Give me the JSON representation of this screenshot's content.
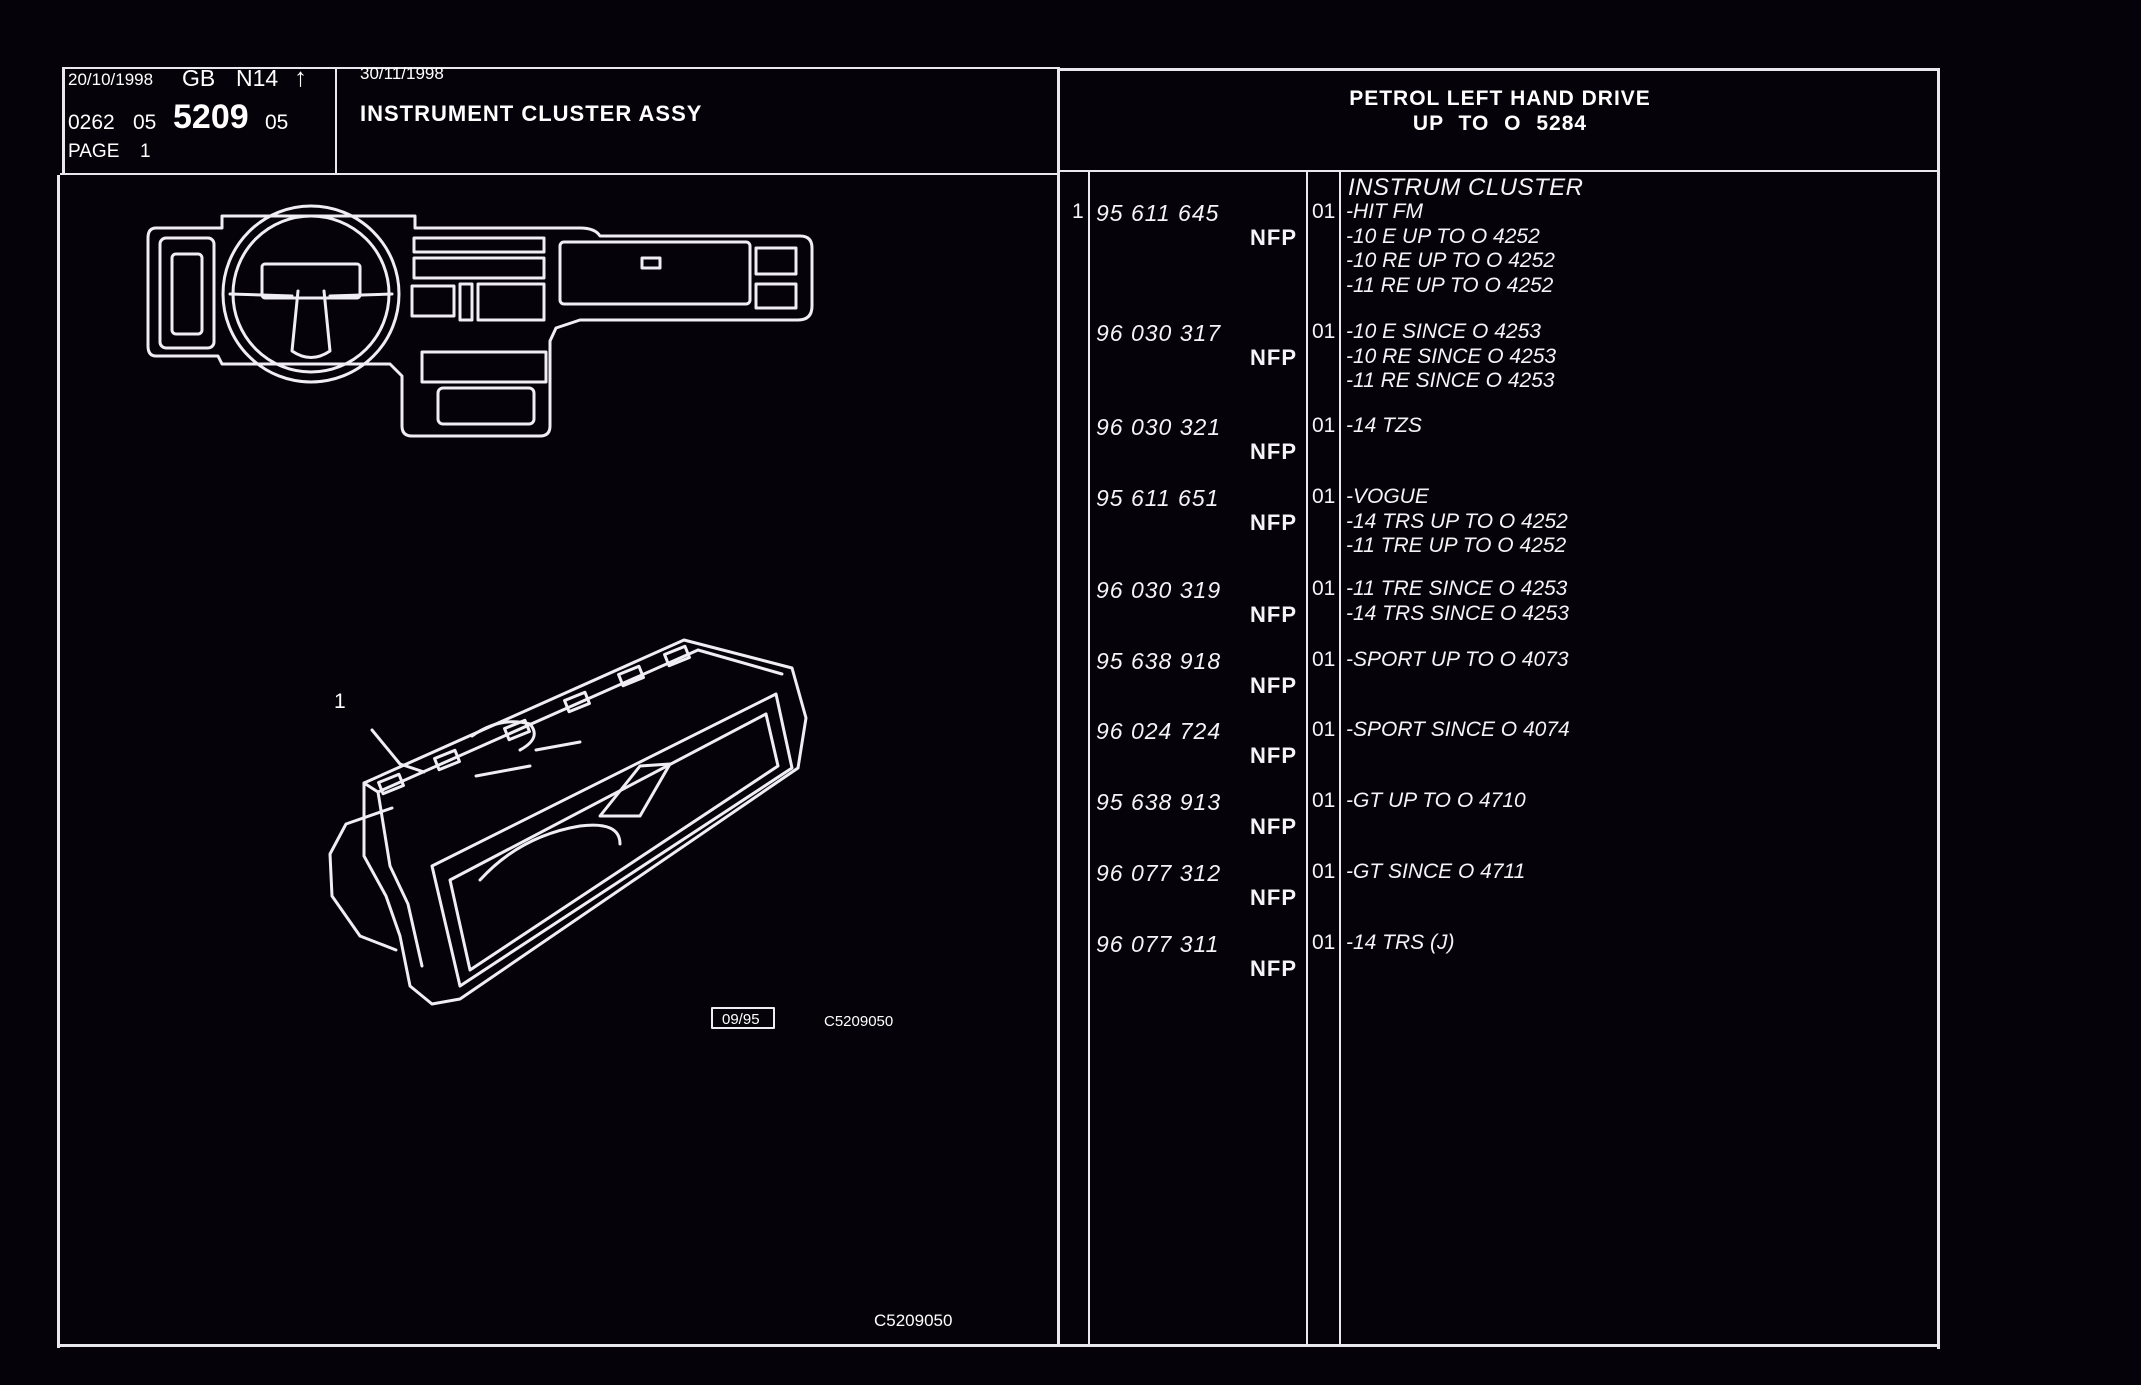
{
  "header": {
    "date_left": "20/10/1998",
    "market_code": "GB",
    "model_code": "N14",
    "arrow_symbol": "↑",
    "doc_prefix": "0262",
    "doc_group": "05",
    "doc_number": "5209",
    "doc_suffix": "05",
    "page_label": "PAGE",
    "page_number": "1",
    "date_right": "30/11/1998",
    "title": "INSTRUMENT CLUSTER ASSY",
    "variant_line1": "PETROL LEFT HAND DRIVE",
    "variant_line2": "UP TO O 5284"
  },
  "illustration": {
    "callout_number": "1",
    "date_box": "09/95",
    "drawing_ref": "C5209050",
    "footer_ref": "C5209050"
  },
  "parts": {
    "section_title": "INSTRUM CLUSTER",
    "rows": [
      {
        "ref": "1",
        "part_no": "95 611 645",
        "nfp": "NFP",
        "qty": "01",
        "desc": "-HIT FM\n-10 E UP TO O 4252\n-10 RE UP TO O 4252\n-11 RE UP TO O 4252"
      },
      {
        "ref": "",
        "part_no": "96 030 317",
        "nfp": "NFP",
        "qty": "01",
        "desc": "-10 E SINCE O 4253\n-10 RE SINCE O 4253\n-11 RE SINCE O 4253"
      },
      {
        "ref": "",
        "part_no": "96 030 321",
        "nfp": "NFP",
        "qty": "01",
        "desc": "-14 TZS"
      },
      {
        "ref": "",
        "part_no": "95 611 651",
        "nfp": "NFP",
        "qty": "01",
        "desc": "-VOGUE\n-14 TRS UP TO O 4252\n-11 TRE UP TO O 4252"
      },
      {
        "ref": "",
        "part_no": "96 030 319",
        "nfp": "NFP",
        "qty": "01",
        "desc": "-11 TRE SINCE O 4253\n-14 TRS SINCE O 4253"
      },
      {
        "ref": "",
        "part_no": "95 638 918",
        "nfp": "NFP",
        "qty": "01",
        "desc": "-SPORT UP TO O 4073"
      },
      {
        "ref": "",
        "part_no": "96 024 724",
        "nfp": "NFP",
        "qty": "01",
        "desc": "-SPORT SINCE O 4074"
      },
      {
        "ref": "",
        "part_no": "95 638 913",
        "nfp": "NFP",
        "qty": "01",
        "desc": "-GT UP TO O 4710"
      },
      {
        "ref": "",
        "part_no": "96 077 312",
        "nfp": "NFP",
        "qty": "01",
        "desc": "-GT SINCE O 4711"
      },
      {
        "ref": "",
        "part_no": "96 077 311",
        "nfp": "NFP",
        "qty": "01",
        "desc": "-14 TRS (J)"
      }
    ]
  }
}
